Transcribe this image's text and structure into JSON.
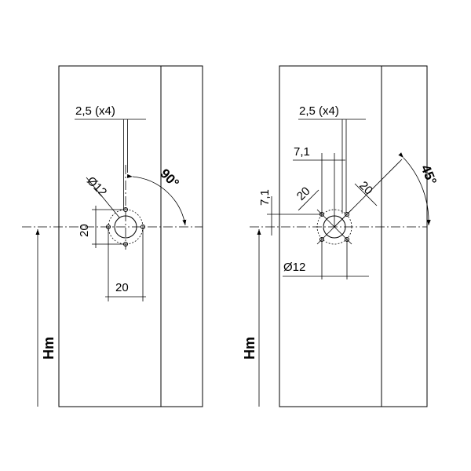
{
  "left_diagram": {
    "hole_spacing_label": "2,5 (x4)",
    "diameter_label": "Ø12",
    "vertical_spacing_label": "20",
    "horizontal_spacing_label": "20",
    "angle_label": "90°",
    "height_label": "Hm"
  },
  "right_diagram": {
    "hole_spacing_label": "2,5 (x4)",
    "offset_x_label": "7,1",
    "offset_y_label": "7,1",
    "diag_label_1": "20",
    "diag_label_2": "20",
    "diameter_label": "Ø12",
    "angle_label": "45°",
    "height_label": "Hm"
  }
}
